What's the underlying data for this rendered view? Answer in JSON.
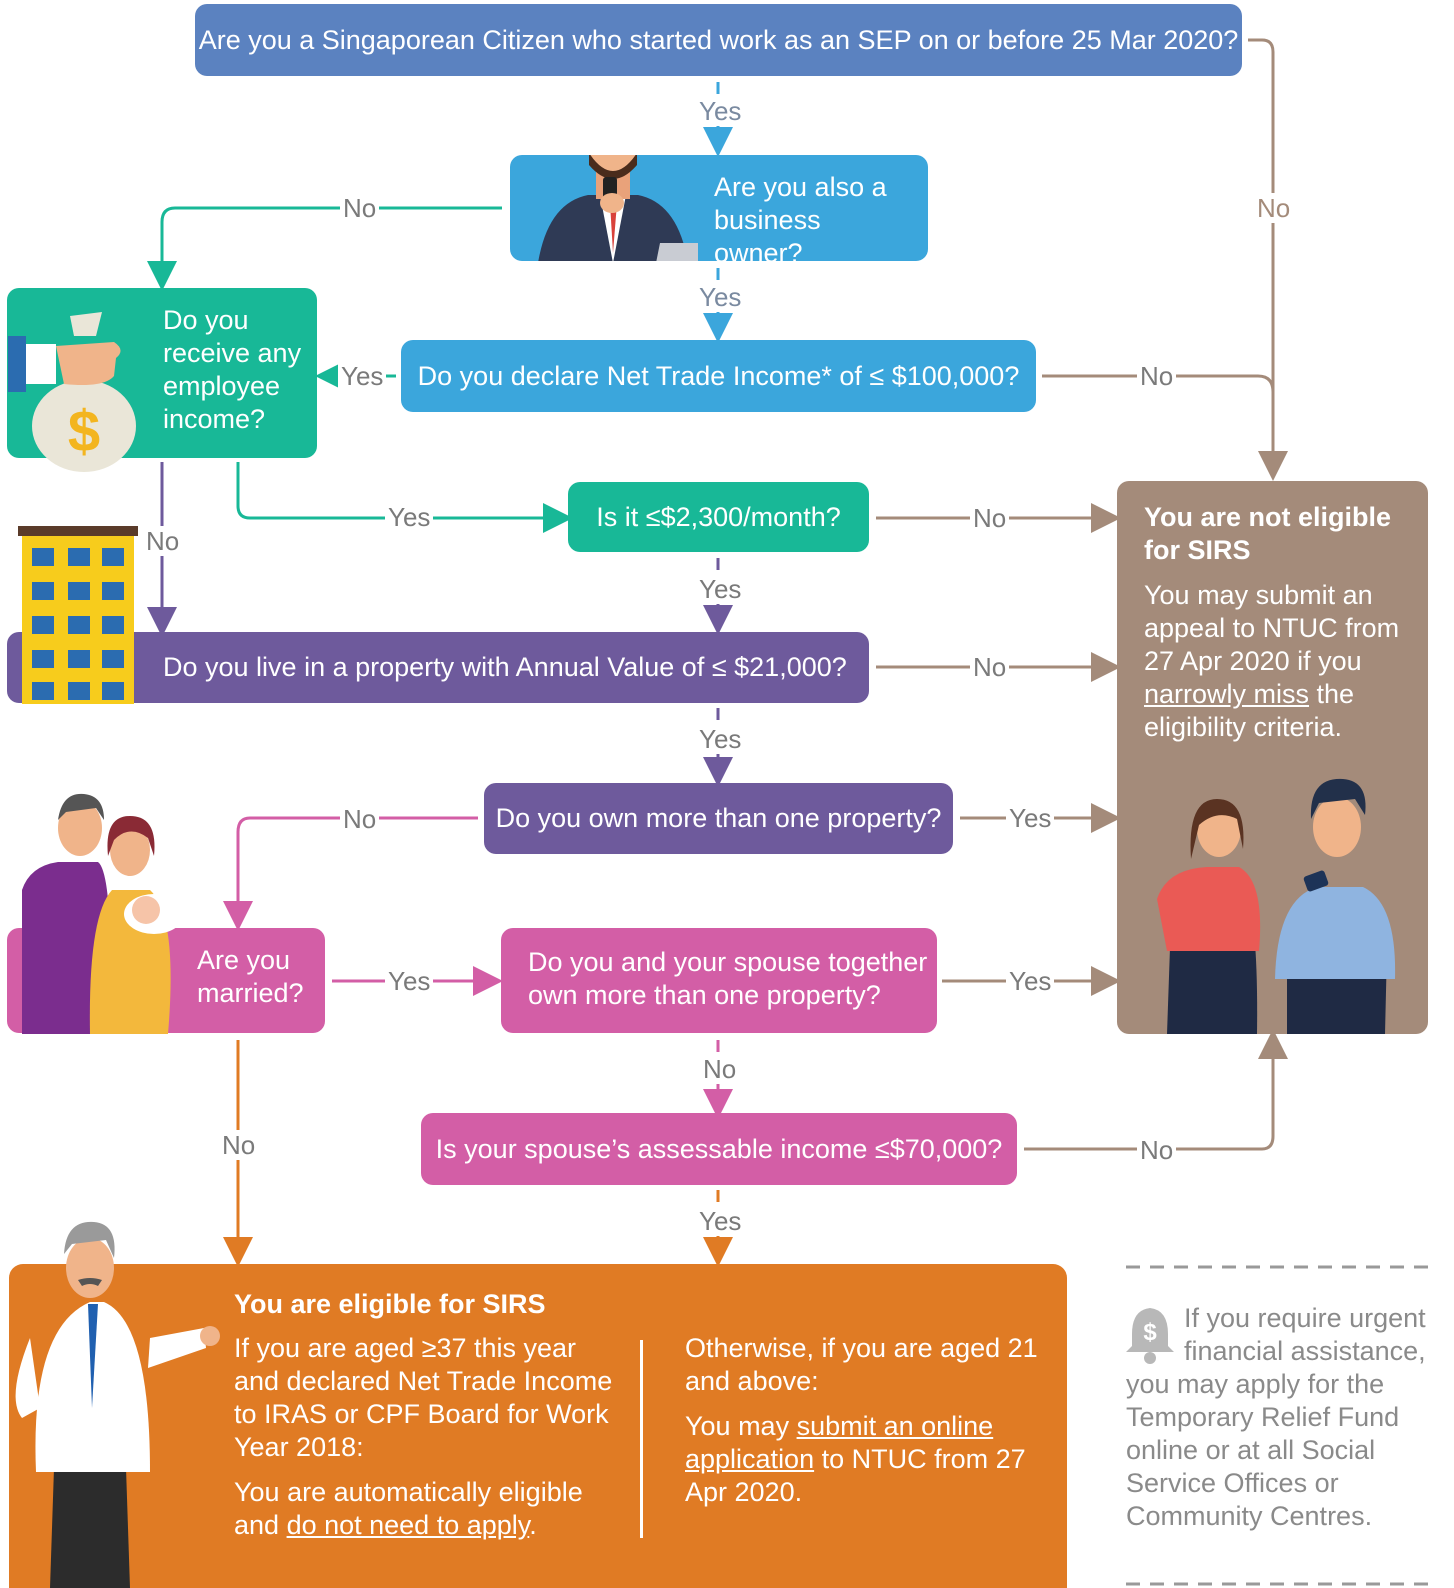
{
  "colors": {
    "blue_dark": "#5b82c0",
    "blue": "#3ba6dc",
    "teal": "#18b897",
    "purple": "#6e5a9c",
    "pink": "#d35ea6",
    "orange": "#e07b24",
    "brown": "#a48b7a",
    "grey": "#999999"
  },
  "questions": {
    "q1": "Are you a Singaporean Citizen who started work as an SEP on or before 25 Mar 2020?",
    "q2": "Are you also a business owner?",
    "q3": "Do you declare Net Trade Income* of ≤ $100,000?",
    "q4": "Do you receive any employee income?",
    "q5": "Is it ≤$2,300/month?",
    "q6": "Do you live in a property with Annual Value of ≤ $21,000?",
    "q7": "Do you own more than one property?",
    "q8": "Are you married?",
    "q9": "Do you and your spouse together own more than one property?",
    "q10": "Is your spouse’s assessable income ≤$70,000?"
  },
  "labels": {
    "yes": "Yes",
    "no": "No"
  },
  "not_eligible": {
    "title": "You are not eligible for SIRS",
    "text_before": "You may submit an appeal to NTUC from 27 Apr 2020 if you ",
    "link": "narrowly miss",
    "text_after": " the eligibility criteria."
  },
  "eligible": {
    "title": "You are eligible for SIRS",
    "left_para1": "If you are aged ≥37 this year and declared Net Trade Income to IRAS or CPF Board for Work Year 2018:",
    "left_para2_before": "You are automatically eligible and ",
    "left_para2_link": "do not need to apply",
    "left_para2_after": ".",
    "right_para1": "Otherwise, if you are aged 21 and above:",
    "right_para2_before": "You may ",
    "right_para2_link": "submit an online application",
    "right_para2_after": " to NTUC from 27 Apr 2020."
  },
  "urgent_note": {
    "text": "If you require urgent financial assistance, you may apply for the Temporary Relief Fund online or at all Social Service Offices or Community Centres.",
    "icon_glyph": "$"
  },
  "icons": [
    "businessman-illustration",
    "money-bag-icon",
    "building-illustration",
    "family-illustration",
    "couple-phones-illustration",
    "thumbs-up-man-illustration",
    "bell-dollar-icon"
  ]
}
